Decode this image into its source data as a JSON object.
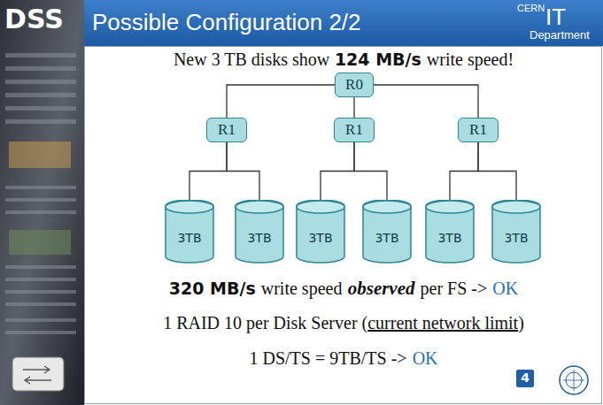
{
  "diagram": {
    "title": "Possible Configuration 2/2",
    "nodes": [
      {
        "text": [
          "R0"
        ]
      },
      {
        "text": [
          "R1"
        ]
      },
      {
        "text": [
          "R1"
        ]
      },
      {
        "text": [
          "R1"
        ]
      },
      {
        "text": [
          "3TB"
        ]
      },
      {
        "text": [
          "3TB"
        ]
      },
      {
        "text": [
          "3TB"
        ]
      },
      {
        "text": [
          "3TB"
        ]
      },
      {
        "text": [
          "3TB"
        ]
      },
      {
        "text": [
          "3TB"
        ]
      }
    ],
    "edges": [
      {
        "from": 0,
        "to": 1,
        "arrow": "none"
      },
      {
        "from": 0,
        "to": 2,
        "arrow": "none"
      },
      {
        "from": 0,
        "to": 3,
        "arrow": "none"
      },
      {
        "from": 1,
        "to": 4,
        "arrow": "none"
      },
      {
        "from": 1,
        "to": 5,
        "arrow": "none"
      },
      {
        "from": 2,
        "to": 6,
        "arrow": "none"
      },
      {
        "from": 2,
        "to": 7,
        "arrow": "none"
      },
      {
        "from": 3,
        "to": 8,
        "arrow": "none"
      },
      {
        "from": 3,
        "to": 9,
        "arrow": "none"
      }
    ],
    "labels": [
      "DSS",
      "CERN",
      "IT",
      "Department",
      "New 3 TB disks show",
      "124 MB/s",
      "write speed!",
      "320 MB/s",
      "write speed",
      "observed",
      "per FS ->",
      "OK",
      "1 RAID 10 per Disk Server (",
      "current network limit",
      ")",
      "1 DS/TS = 9TB/TS ->",
      "OK",
      "4"
    ]
  }
}
